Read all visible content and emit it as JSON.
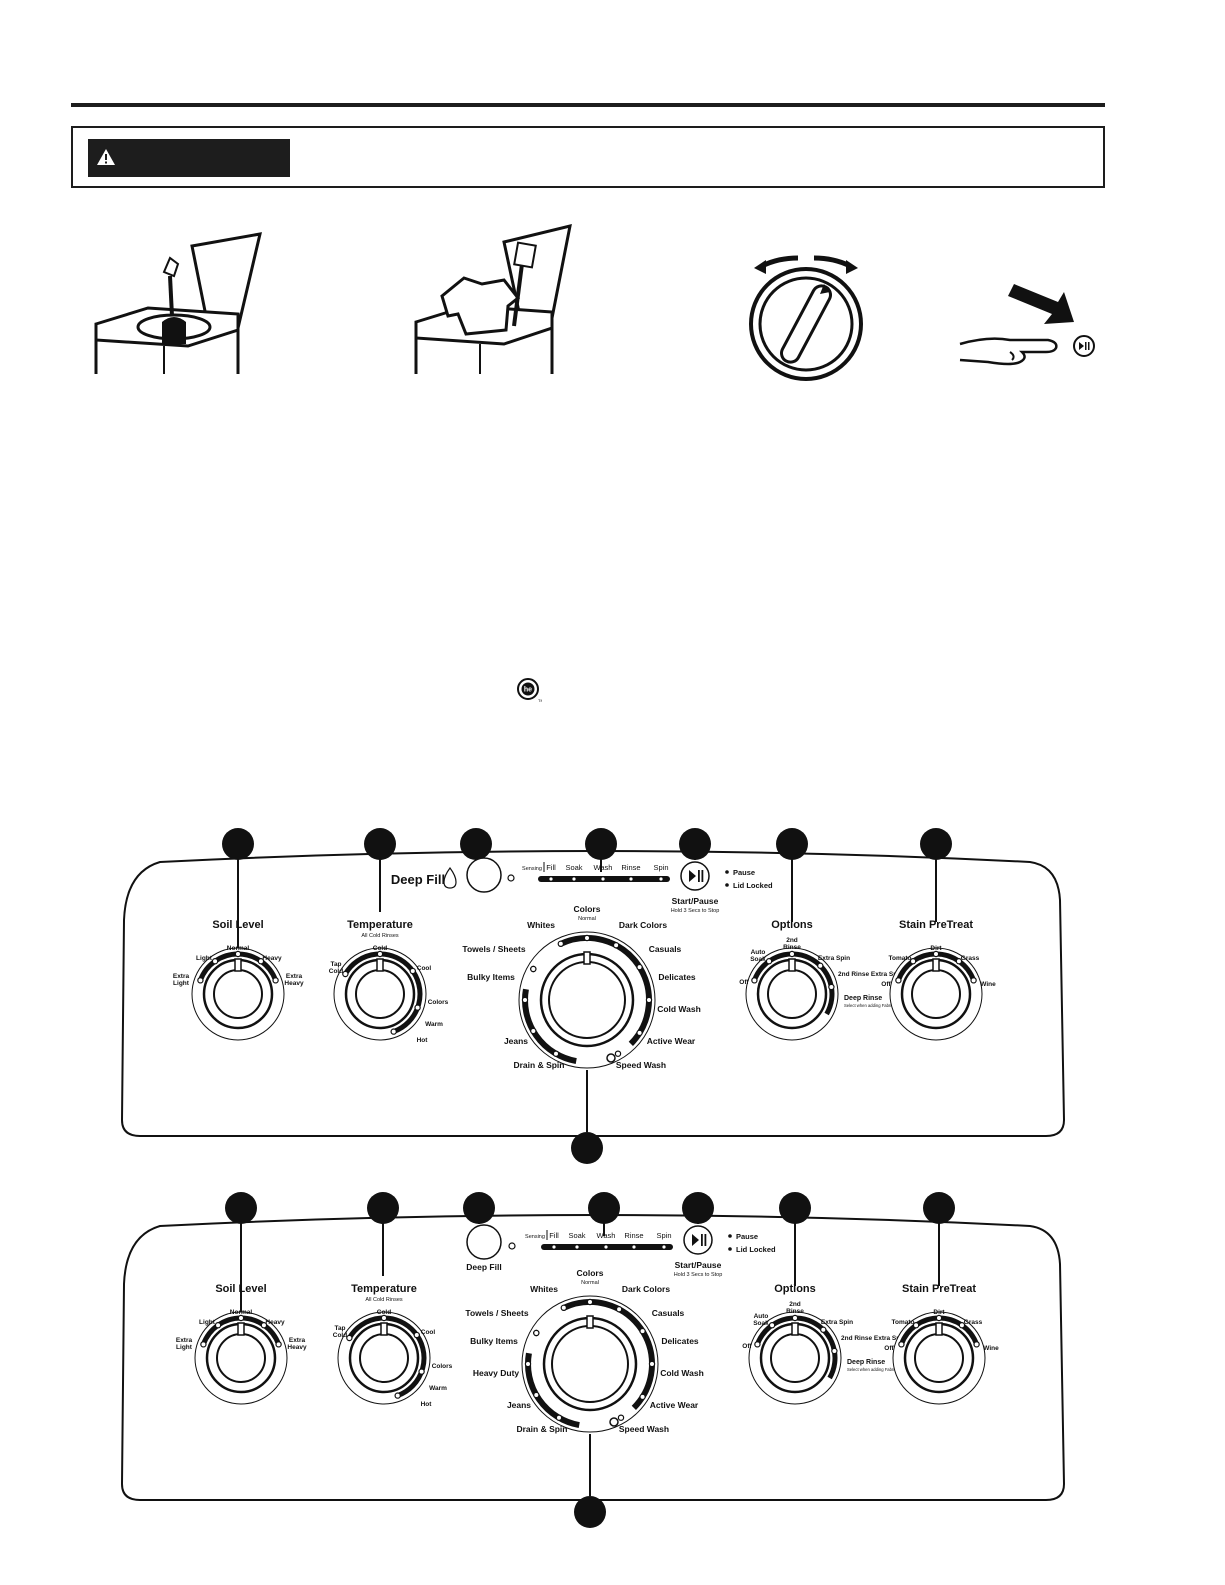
{
  "panels": [
    {
      "deep_fill": "Deep Fill",
      "deep_fill_icon": "water-drop-plus-icon",
      "status": [
        "Sensing",
        "Fill",
        "Soak",
        "Wash",
        "Rinse",
        "Spin"
      ],
      "pause": "Pause",
      "lid_locked": "Lid Locked",
      "start_pause": "Start/Pause",
      "start_pause_sub": "Hold 3 Secs to Stop",
      "soil": {
        "title": "Soil Level",
        "options": [
          "Extra Light",
          "Light",
          "Normal",
          "Heavy",
          "Extra Heavy"
        ]
      },
      "temperature": {
        "title": "Temperature",
        "sub": "All Cold Rinses",
        "options": [
          "Tap Cold",
          "Cold",
          "Cool",
          "Colors",
          "Warm",
          "Hot"
        ]
      },
      "cycles": [
        "Colors",
        "Normal",
        "Whites",
        "Dark Colors",
        "Towels / Sheets",
        "Casuals",
        "Bulky Items",
        "Delicates",
        "Cold Wash",
        "Jeans",
        "Active Wear",
        "Drain & Spin",
        "Speed Wash"
      ],
      "options": {
        "title": "Options",
        "items": [
          "Off",
          "Auto Soak",
          "2nd Rinse",
          "Extra Spin",
          "2nd Rinse Extra Spin",
          "Deep Rinse",
          "Select when adding Fabric Softener"
        ]
      },
      "stain": {
        "title": "Stain PreTreat",
        "options": [
          "Off",
          "Tomato",
          "Dirt",
          "Grass",
          "Wine"
        ]
      }
    },
    {
      "deep_fill": "Deep Fill",
      "status": [
        "Sensing",
        "Fill",
        "Soak",
        "Wash",
        "Rinse",
        "Spin"
      ],
      "pause": "Pause",
      "lid_locked": "Lid Locked",
      "start_pause": "Start/Pause",
      "start_pause_sub": "Hold 3 Secs to Stop",
      "soil": {
        "title": "Soil Level",
        "options": [
          "Extra Light",
          "Light",
          "Normal",
          "Heavy",
          "Extra Heavy"
        ]
      },
      "temperature": {
        "title": "Temperature",
        "sub": "All Cold Rinses",
        "options": [
          "Tap Cold",
          "Cold",
          "Cool",
          "Colors",
          "Warm",
          "Hot"
        ]
      },
      "cycles": [
        "Colors",
        "Normal",
        "Whites",
        "Dark Colors",
        "Towels / Sheets",
        "Casuals",
        "Bulky Items",
        "Delicates",
        "Heavy Duty",
        "Cold Wash",
        "Jeans",
        "Active Wear",
        "Drain & Spin",
        "Speed Wash"
      ],
      "options": {
        "title": "Options",
        "items": [
          "Off",
          "Auto Soak",
          "2nd Rinse",
          "Extra Spin",
          "2nd Rinse Extra Spin",
          "Deep Rinse",
          "Select when adding Fabric Softener"
        ]
      },
      "stain": {
        "title": "Stain PreTreat",
        "options": [
          "Off",
          "Tomato",
          "Dirt",
          "Grass",
          "Wine"
        ]
      }
    }
  ],
  "icons": {
    "warning": "warning-triangle-icon",
    "he_logo": "he-logo-icon",
    "figures": [
      "add-detergent-icon",
      "load-clothes-icon",
      "turn-knob-icon",
      "press-start-icon"
    ]
  }
}
